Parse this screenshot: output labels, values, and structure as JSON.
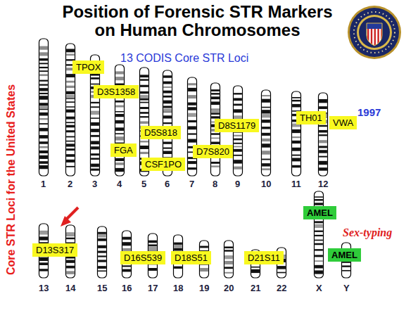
{
  "diagram": {
    "title": "Position of Forensic STR Markers on Human Chromosomes",
    "nodes": [
      {
        "text": [
          "TPOX"
        ]
      },
      {
        "text": [
          "D3S1358"
        ]
      },
      {
        "text": [
          "D5S818"
        ]
      },
      {
        "text": [
          "FGA"
        ]
      },
      {
        "text": [
          "CSF1PO"
        ]
      },
      {
        "text": [
          "D7S820"
        ]
      },
      {
        "text": [
          "D8S1179"
        ]
      },
      {
        "text": [
          "TH01"
        ]
      },
      {
        "text": [
          "VWA"
        ]
      },
      {
        "text": [
          "D13S317"
        ]
      },
      {
        "text": [
          "D16S539"
        ]
      },
      {
        "text": [
          "D18S51"
        ]
      },
      {
        "text": [
          "D21S11"
        ]
      },
      {
        "text": [
          "AMEL"
        ]
      },
      {
        "text": [
          "AMEL"
        ]
      }
    ],
    "labels": [
      "13 CODIS Core STR Loci",
      "1997",
      "Core STR Loci for the United States",
      "Sex-typing",
      "1",
      "2",
      "3",
      "4",
      "5",
      "6",
      "7",
      "8",
      "9",
      "10",
      "11",
      "12",
      "13",
      "14",
      "15",
      "16",
      "17",
      "18",
      "19",
      "20",
      "21",
      "22",
      "X",
      "Y"
    ]
  }
}
